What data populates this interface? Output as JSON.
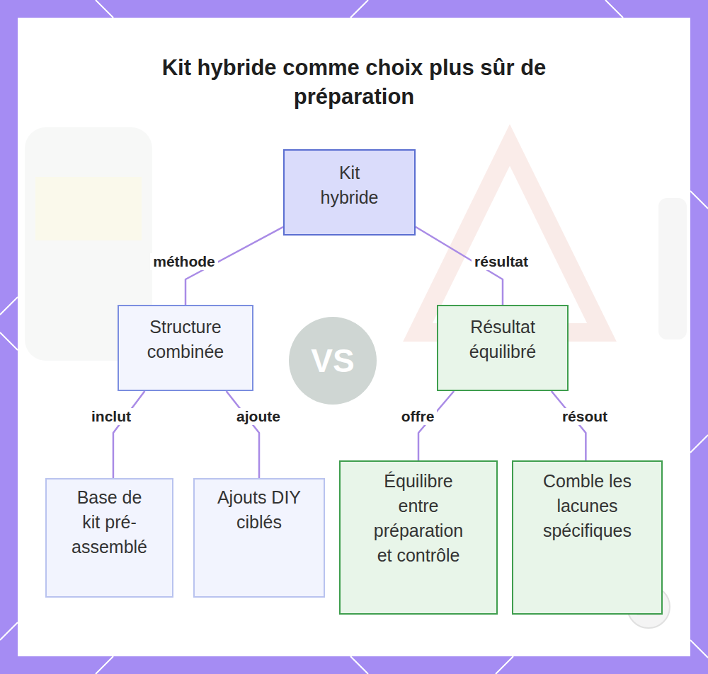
{
  "diagram": {
    "title": "Kit hybride comme choix plus sûr de préparation",
    "nodes": [
      {
        "text": [
          "Kit hybride"
        ]
      },
      {
        "text": [
          "Structure combinée"
        ]
      },
      {
        "text": [
          "Résultat équilibré"
        ]
      },
      {
        "text": [
          "Base de kit pré-assemblé"
        ]
      },
      {
        "text": [
          "Ajouts DIY ciblés"
        ]
      },
      {
        "text": [
          "Équilibre entre préparation et contrôle"
        ]
      },
      {
        "text": [
          "Comble les lacunes spécifiques"
        ]
      }
    ],
    "edges": [
      {
        "from": 0,
        "to": 1,
        "label": "méthode",
        "arrow": "none"
      },
      {
        "from": 0,
        "to": 2,
        "label": "résultat",
        "arrow": "none"
      },
      {
        "from": 1,
        "to": 3,
        "label": "inclut",
        "arrow": "none"
      },
      {
        "from": 1,
        "to": 4,
        "label": "ajoute",
        "arrow": "none"
      },
      {
        "from": 2,
        "to": 5,
        "label": "offre",
        "arrow": "none"
      },
      {
        "from": 2,
        "to": 6,
        "label": "résout",
        "arrow": "none"
      }
    ],
    "labels": [
      "VS"
    ]
  }
}
